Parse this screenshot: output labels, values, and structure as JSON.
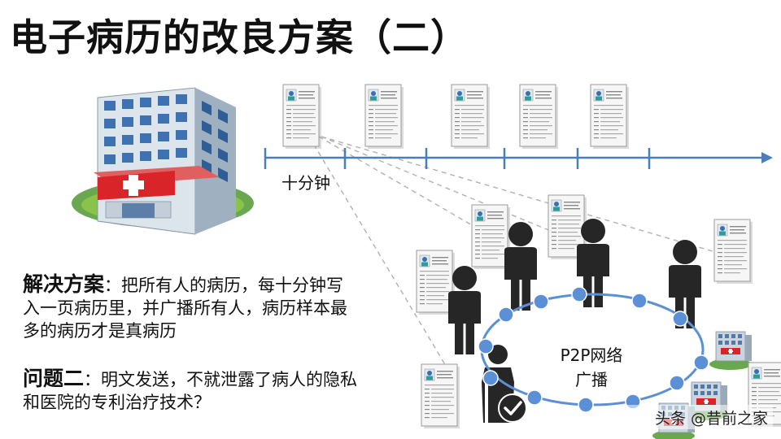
{
  "title": "电子病历的改良方案（二）",
  "timeline": {
    "label": "十分钟"
  },
  "network": {
    "label_line1": "P2P网络",
    "label_line2": "广播"
  },
  "solution": {
    "heading": "解决方案",
    "text": "：把所有人的病历，每十分钟写入一页病历里，并广播所有人，病历样本最多的病历才是真病历"
  },
  "problem": {
    "heading": "问题二",
    "text": "：明文发送，不就泄露了病人的隐私和医院的专利治疗技术？"
  },
  "watermark": "头条 @昔前之家",
  "icons": {
    "hospital": "hospital-building-icon",
    "record": "medical-record-icon",
    "person": "person-icon",
    "check": "check-circle-icon"
  },
  "colors": {
    "timeline": "#4a7ebb",
    "node": "#5b8fd6",
    "person": "#262626",
    "dashed": "#b0b0b0",
    "hospital_cross": "#d9252a"
  }
}
